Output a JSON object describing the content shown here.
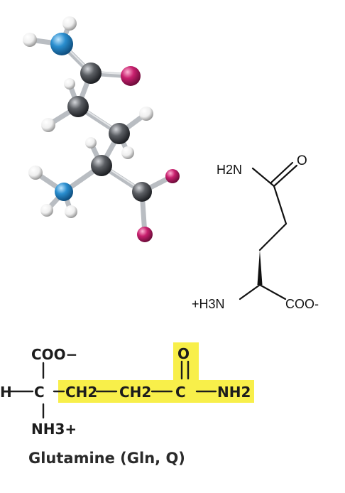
{
  "skeletal": {
    "amide_group": "H2N",
    "carbonyl_o": "O",
    "amino_group": "+H3N",
    "carboxylate": "COO-"
  },
  "fischer": {
    "top_group": "COO−",
    "h_atom": "H",
    "alpha_c": "C",
    "ch2_1": "CH2",
    "ch2_2": "CH2",
    "carbonyl_c": "C",
    "carbonyl_o": "O",
    "nh2": "NH2",
    "bottom_group": "NH3+"
  },
  "caption": "Glutamine (Gln, Q)",
  "colors": {
    "highlight": "#f8ef4a",
    "carbon": "#4a4d52",
    "nitrogen": "#2a8ecf",
    "oxygen": "#c8206e",
    "hydrogen": "#f2f2f2",
    "bond": "#aeb2b7"
  }
}
